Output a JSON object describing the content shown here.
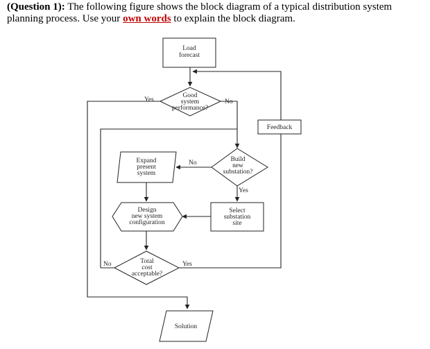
{
  "question": {
    "label": "(Question 1):",
    "text_before": " The following figure shows the block diagram of a typical distribution system planning process. Use your ",
    "emphasis": "own words",
    "text_after": " to explain the block diagram."
  },
  "diagram": {
    "load_forecast": [
      "Load",
      "forecast"
    ],
    "good_system_performance": [
      "Good",
      "system",
      "performance?"
    ],
    "feedback": "Feedback",
    "expand_present_system": [
      "Expand",
      "present",
      "system"
    ],
    "build_new_substation": [
      "Build",
      "new",
      "substation?"
    ],
    "design_new_system_configuration": [
      "Design",
      "new system",
      "configuration"
    ],
    "select_substation_site": [
      "Select",
      "substation",
      "site"
    ],
    "total_cost_acceptable": [
      "Total",
      "cost",
      "acceptable?"
    ],
    "solution": "Solution",
    "labels": {
      "yes_performance": "Yes",
      "no_performance": "No",
      "no_build": "No",
      "yes_build": "Yes",
      "no_cost": "No",
      "yes_cost": "Yes"
    }
  },
  "colors": {
    "emphasis": "#c00000",
    "line": "#222222"
  }
}
